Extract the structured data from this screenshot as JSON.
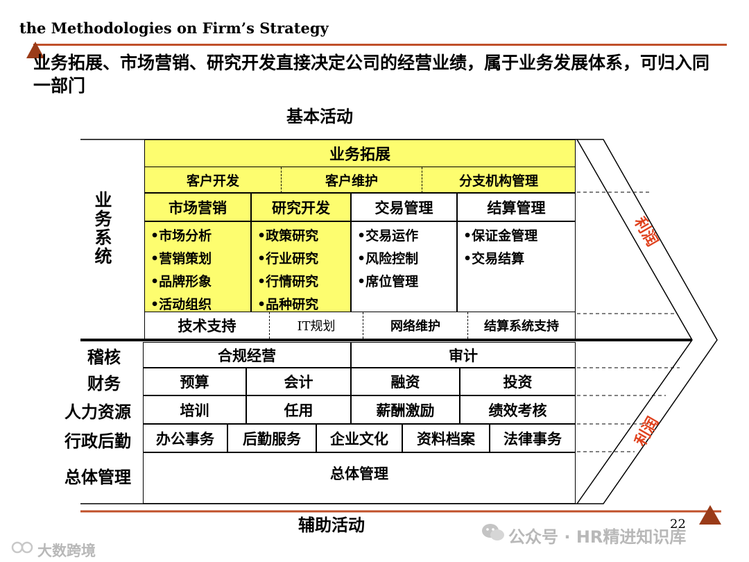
{
  "header": {
    "title": "the Methodologies on Firm’s Strategy"
  },
  "subtitle": "业务拓展、市场营销、研究开发直接决定公司的经营业绩，属于业务发展体系，可归入同一部门",
  "sections": {
    "primary": "基本活动",
    "support": "辅助活动"
  },
  "business_system": {
    "label": "业务系统",
    "bd": {
      "title": "业务拓展",
      "subs": [
        "客户开发",
        "客户维护",
        "分支机构管理"
      ]
    },
    "columns": [
      {
        "title": "市场营销",
        "items": [
          "•市场分析",
          "•营销策划",
          "•品牌形象",
          "•活动组织"
        ]
      },
      {
        "title": "研究开发",
        "items": [
          "•政策研究",
          "•行业研究",
          "•行情研究",
          "•品种研究"
        ]
      },
      {
        "title": "交易管理",
        "items": [
          "•交易运作",
          "•风险控制",
          "•席位管理"
        ]
      },
      {
        "title": "结算管理",
        "items": [
          "•保证金管理",
          "•交易结算"
        ]
      }
    ],
    "tech": {
      "title": "技术支持",
      "items": [
        "IT规划",
        "网络维护",
        "结算系统支持"
      ]
    }
  },
  "support_rows": [
    {
      "label": "稽核",
      "cells": [
        "合规经营",
        "审计"
      ]
    },
    {
      "label": "财务",
      "cells": [
        "预算",
        "会计",
        "融资",
        "投资"
      ]
    },
    {
      "label": "人力资源",
      "cells": [
        "培训",
        "任用",
        "薪酬激励",
        "绩效考核"
      ]
    },
    {
      "label": "行政后勤",
      "cells": [
        "办公事务",
        "后勤服务",
        "企业文化",
        "资料档案",
        "法律事务"
      ]
    },
    {
      "label": "总体管理",
      "cells": [
        "总体管理"
      ]
    }
  ],
  "profit_label": "利润",
  "page_number": "22",
  "watermarks": {
    "wechat": "公众号 · HR精进知识库",
    "corner": "大数跨境"
  },
  "colors": {
    "highlight": "#fdfd6f",
    "accent": "#c0502a",
    "profit": "#e0421e"
  }
}
